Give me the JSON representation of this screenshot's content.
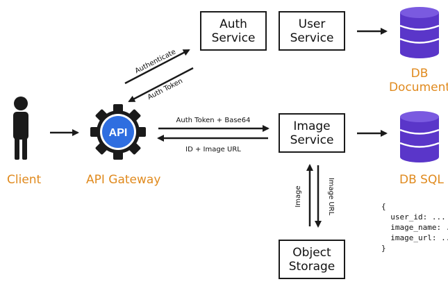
{
  "nodes": {
    "auth_service": "Auth\nService",
    "user_service": "User\nService",
    "image_service": "Image\nService",
    "object_storage": "Object\nStorage"
  },
  "labels": {
    "client": "Client",
    "api_gateway": "API Gateway",
    "api_badge": "API",
    "db_document": "DB\nDocument",
    "db_sql": "DB SQL"
  },
  "edges": {
    "authenticate": "Authenticate",
    "auth_token": "Auth Token",
    "auth_token_base64": "Auth Token + Base64",
    "id_image_url": "ID + Image URL",
    "image": "Image",
    "image_url": "Image URL"
  },
  "code_sample": "{\n  user_id: ...\n  image_name: ..\n  image_url: ...\n}",
  "colors": {
    "accent_orange": "#e08a1e",
    "db_purple": "#5a36c9",
    "gear_blue": "#2f6ee0",
    "stroke": "#1a1a1a"
  }
}
